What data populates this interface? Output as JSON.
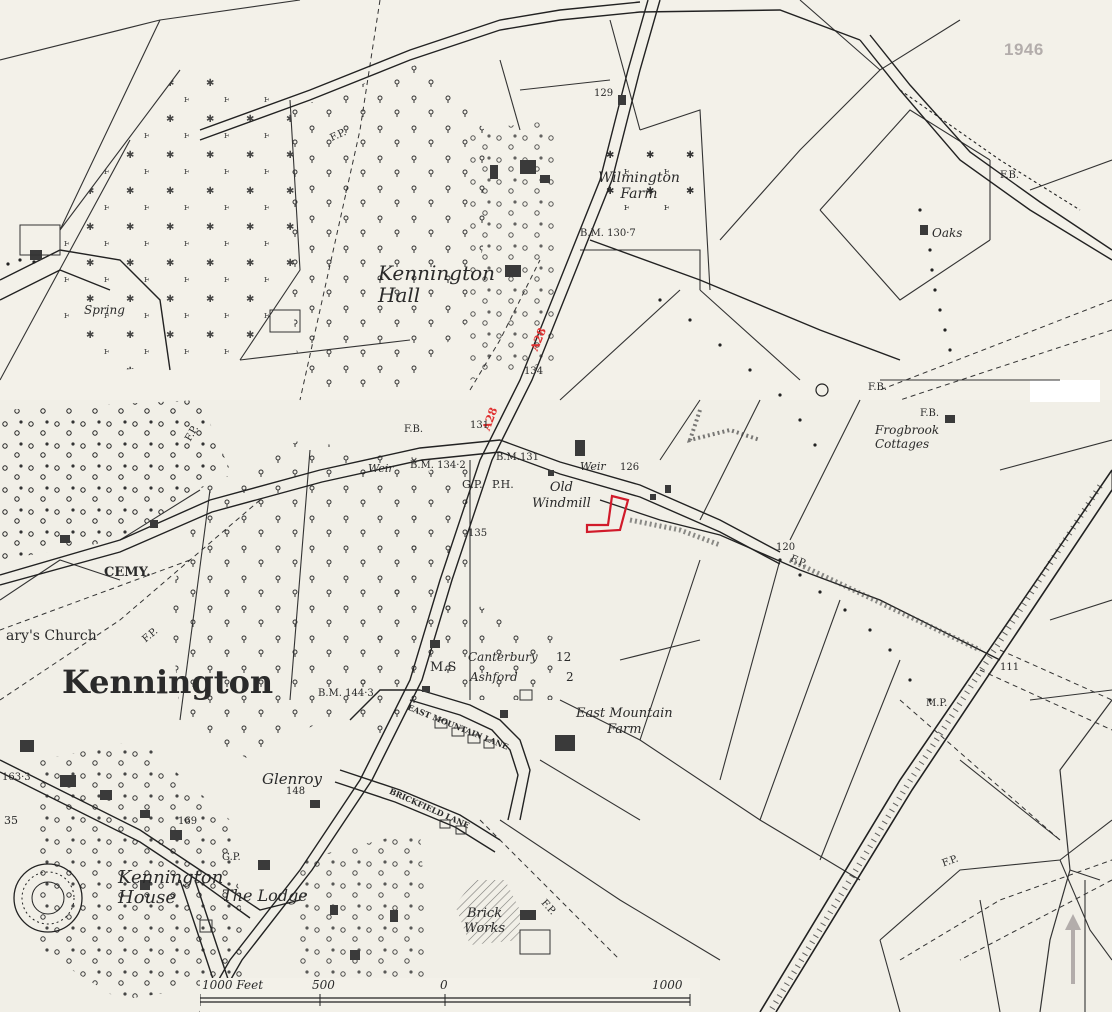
{
  "map": {
    "year": "1946",
    "labels": {
      "kennington": "Kennington",
      "kennington_hall": "Kennington\nHall",
      "kennington_house": "Kennington\nHouse",
      "the_lodge": "The Lodge",
      "glenroy": "Glenroy",
      "cemetery": "CEMY.",
      "church": "ary's Church",
      "spring": "Spring",
      "wilmington_farm": "Wilmington\nFarm",
      "oaks": "Oaks",
      "frogbrook": "Frogbrook\nCottages",
      "old_windmill": "Old\nWindmill",
      "weir_west": "Weir",
      "weir_east": "Weir",
      "east_mountain_farm": "East Mountain\nFarm",
      "brick_works": "Brick\nWorks",
      "east_mountain_lane": "EAST MOUNTAIN LANE",
      "brickfield_lane": "BRICKFIELD LANE",
      "ms": "M.S",
      "canterbury": "Canterbury",
      "canterbury_miles": "12",
      "ashford": "Ashford",
      "ashford_miles": "2",
      "road_a28_north": "A28",
      "road_a28_south": "A28",
      "gp": "G.P.",
      "ph": "P.H.",
      "gp_south": "G.P.",
      "fb_north": "F.B.",
      "fb_east": "F.B.",
      "fb_mid": "F.B.",
      "fb_frog": "F.B.",
      "mp": "M.P.",
      "fp_north": "F.P.",
      "fp_west": "F.P.",
      "fp_cemy": "F.P.",
      "fp_rail": "F.P.",
      "fp_brick": "F.P.",
      "fp_southeast": "F.P.",
      "bm_1307": "B.M. 130·7",
      "bm_1342": "B.M. 134·2",
      "bm_131": "B.M.131",
      "bm_1443": "B.M. 144·3",
      "h129": "129",
      "h134": "134",
      "h131": "131",
      "h126": "126",
      "h135": "135",
      "h120": "120",
      "h111": "111",
      "h148": "148",
      "h169": "169",
      "h1633": "163·3",
      "h35": "35"
    },
    "scale": {
      "title": "1000 Feet",
      "ticks": [
        "500",
        "0",
        "1000"
      ]
    }
  },
  "colors": {
    "paper": "#f3f1e9",
    "ink": "#2a2a2a",
    "highlight": "#d11a2a",
    "road_label": "#e03030",
    "overlay_text": "#b3adab"
  }
}
